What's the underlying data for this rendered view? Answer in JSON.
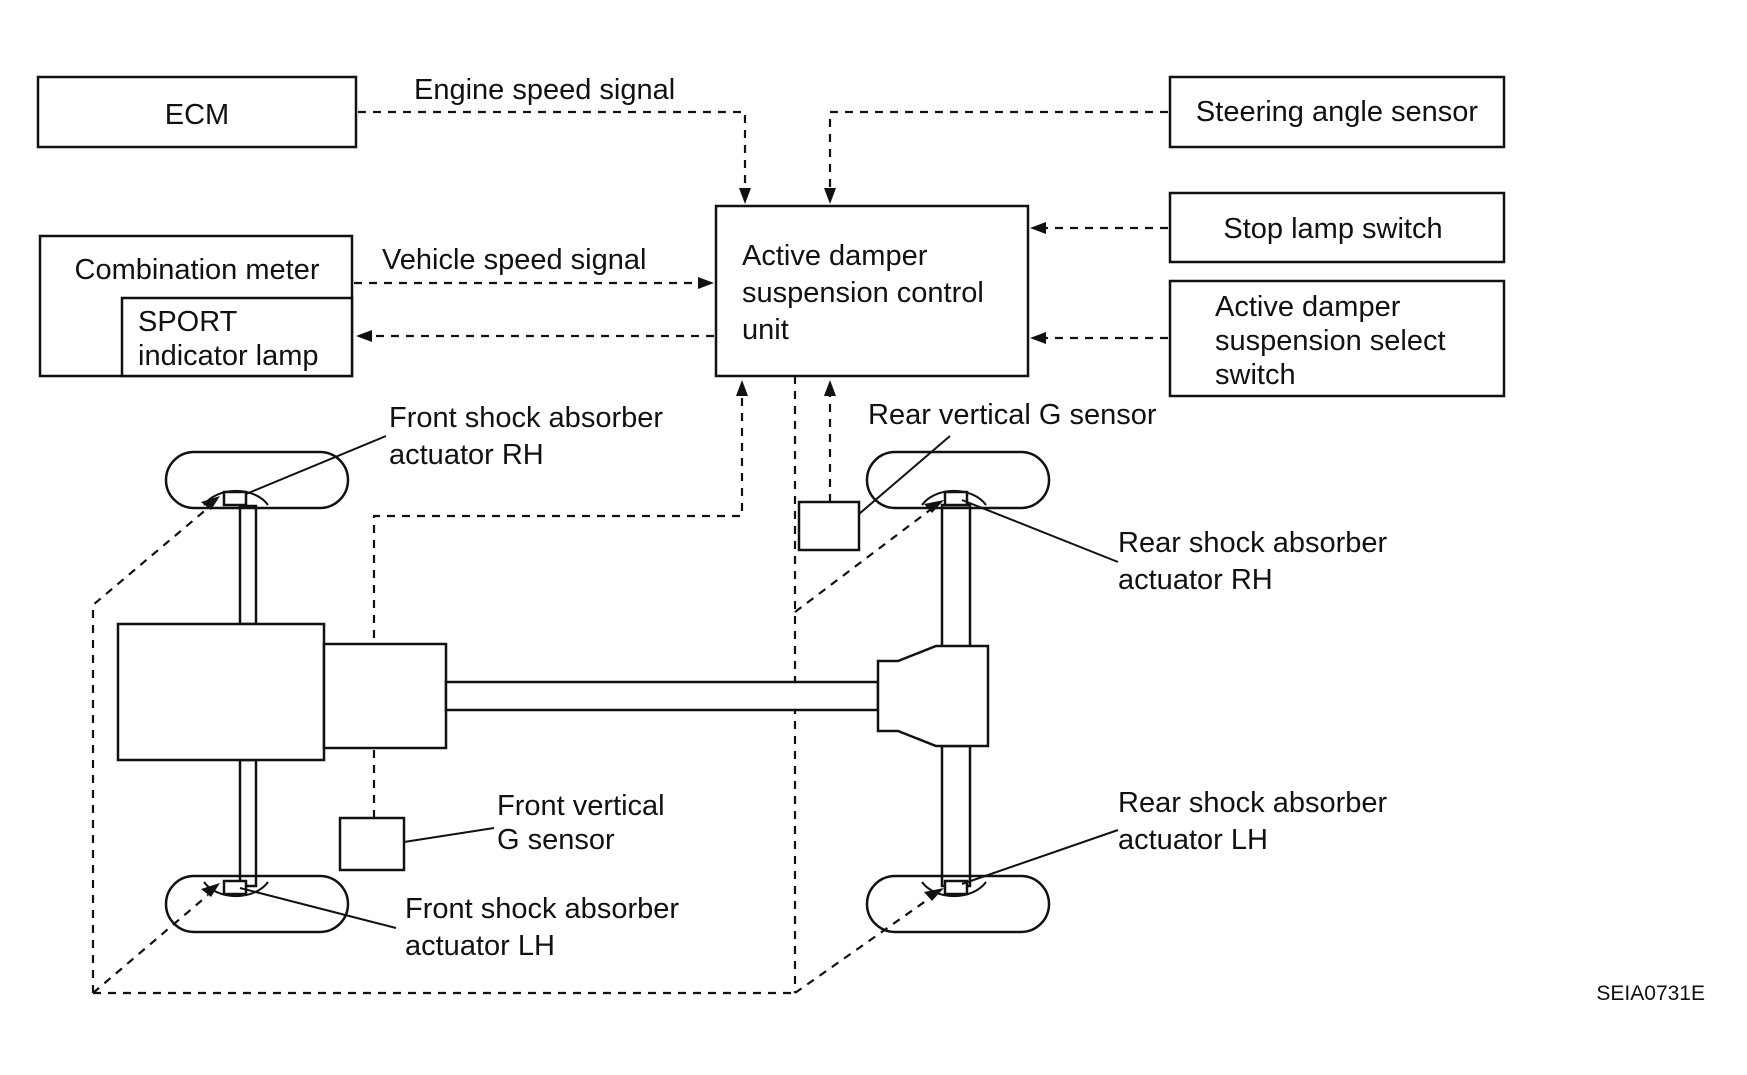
{
  "boxes": {
    "ecm": "ECM",
    "steering_angle_sensor": "Steering angle sensor",
    "combination_meter": "Combination meter",
    "sport_indicator_lamp": [
      "SPORT",
      "indicator lamp"
    ],
    "control_unit": [
      "Active damper",
      "suspension control",
      "unit"
    ],
    "stop_lamp_switch": "Stop lamp switch",
    "select_switch": [
      "Active damper",
      "suspension select",
      "switch"
    ]
  },
  "signals": {
    "engine_speed": "Engine speed signal",
    "vehicle_speed": "Vehicle speed signal"
  },
  "components": {
    "front_shock_rh": [
      "Front shock absorber",
      "actuator RH"
    ],
    "rear_vertical_g_sensor": "Rear vertical G sensor",
    "rear_shock_rh": [
      "Rear shock absorber",
      "actuator RH"
    ],
    "front_vertical_g_sensor": [
      "Front vertical",
      "G sensor"
    ],
    "rear_shock_lh": [
      "Rear shock absorber",
      "actuator LH"
    ],
    "front_shock_lh": [
      "Front shock absorber",
      "actuator LH"
    ]
  },
  "figure_code": "SEIA0731E"
}
